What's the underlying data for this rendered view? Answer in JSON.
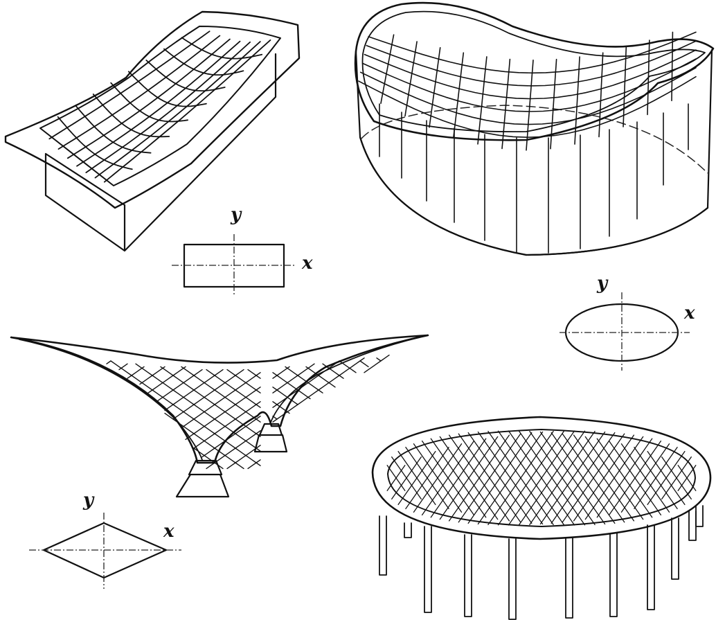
{
  "figures": [
    {
      "id": "hyperbolic-paraboloid-roof",
      "plan_shape": "rectangle",
      "axis_x": "x",
      "axis_y": "y"
    },
    {
      "id": "saddle-roof-on-elliptic-wall",
      "plan_shape": "ellipse",
      "axis_x": "x",
      "axis_y": "y"
    },
    {
      "id": "tent-membrane-roof",
      "plan_shape": "rhombus",
      "axis_x": "x",
      "axis_y": "y"
    },
    {
      "id": "circular-dish-roof-on-columns",
      "plan_shape": "none"
    }
  ],
  "colors": {
    "ink": "#111111",
    "paper": "#ffffff"
  }
}
